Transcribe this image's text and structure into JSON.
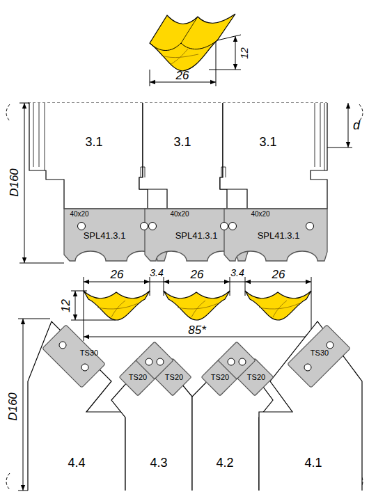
{
  "diagram": {
    "nodes": [
      {
        "text": [
          "3.1"
        ]
      },
      {
        "text": [
          "3.1"
        ]
      },
      {
        "text": [
          "3.1"
        ]
      },
      {
        "text": [
          "40x20",
          "SPL41.3.1"
        ]
      },
      {
        "text": [
          "40x20",
          "SPL41.3.1"
        ]
      },
      {
        "text": [
          "40x20",
          "SPL41.3.1"
        ]
      },
      {
        "text": [
          "TS30"
        ]
      },
      {
        "text": [
          "TS20"
        ]
      },
      {
        "text": [
          "TS20"
        ]
      },
      {
        "text": [
          "TS20"
        ]
      },
      {
        "text": [
          "TS20"
        ]
      },
      {
        "text": [
          "TS30"
        ]
      },
      {
        "text": [
          "4.4"
        ]
      },
      {
        "text": [
          "4.3"
        ]
      },
      {
        "text": [
          "4.2"
        ]
      },
      {
        "text": [
          "4.1"
        ]
      }
    ],
    "labels": [
      "12",
      "26",
      "D160",
      "d",
      "26",
      "3.4",
      "26",
      "3.4",
      "26",
      "12",
      "85*",
      "D160"
    ]
  }
}
